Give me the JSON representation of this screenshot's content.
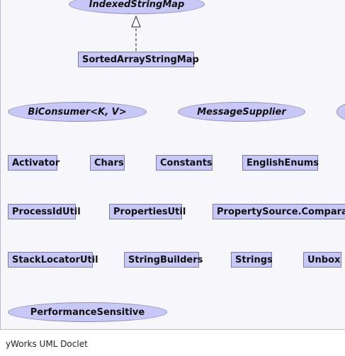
{
  "diagram": {
    "interfaces": {
      "indexed_string_map": "IndexedStringMap",
      "bi_consumer": "BiConsumer<K, V>",
      "message_supplier": "MessageSupplier"
    },
    "classes": {
      "sorted_array_string_map": "SortedArrayStringMap",
      "activator": "Activator",
      "chars": "Chars",
      "constants": "Constants",
      "english_enums": "EnglishEnums",
      "process_id_util": "ProcessIdUtil",
      "properties_util": "PropertiesUtil",
      "property_source_comparator": "PropertySource.Comparator",
      "stack_locator_util": "StackLocatorUtil",
      "string_builders": "StringBuilders",
      "strings": "Strings",
      "unbox": "Unbox"
    },
    "annotations": {
      "performance_sensitive": "PerformanceSensitive"
    }
  },
  "footer": {
    "label": "yWorks UML Doclet"
  }
}
